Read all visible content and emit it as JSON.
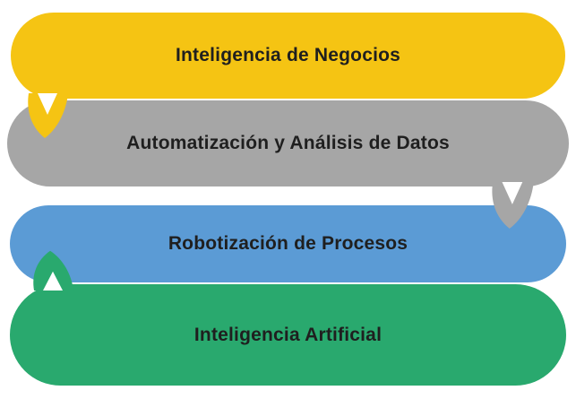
{
  "diagram": {
    "background": "#ffffff",
    "text_color": "#1f1f1f",
    "items": [
      {
        "label": "Inteligencia de Negocios",
        "color": "#f5c413",
        "tail": "bottom-left"
      },
      {
        "label": "Automatización y Análisis de Datos",
        "color": "#a6a6a6",
        "tail": "bottom-right"
      },
      {
        "label": "Robotización de Procesos",
        "color": "#5b9bd5",
        "tail": "none"
      },
      {
        "label": "Inteligencia Artificial",
        "color": "#29a96e",
        "tail": "top-left"
      }
    ]
  }
}
